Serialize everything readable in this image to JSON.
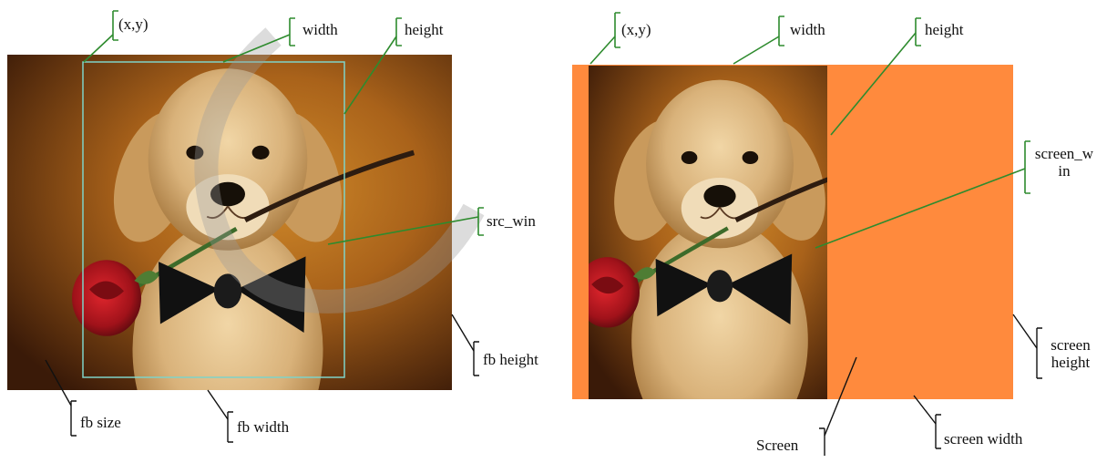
{
  "left_panel": {
    "labels": {
      "xy": "(x,y)",
      "width": "width",
      "height": "height",
      "src_win": "src_win",
      "fb_height": "fb height",
      "fb_size": "fb size",
      "fb_width": "fb width"
    }
  },
  "right_panel": {
    "labels": {
      "xy": "(x,y)",
      "width": "width",
      "height": "height",
      "screen_win_line1": "screen_w",
      "screen_win_line2": "in",
      "screen_height_line1": "screen",
      "screen_height_line2": "height",
      "screen": "Screen",
      "screen_width": "screen width"
    }
  },
  "colors": {
    "leader_line": "#2e8b2e",
    "src_win_rect": "#7fd3c8",
    "screen_fill": "#ff8a3d",
    "image_bg_dark": "#3a1a08",
    "image_bg_warm": "#b8721e",
    "dog_fur": "#d9b27a",
    "rose": "#b3141b",
    "bowtie": "#111111"
  },
  "icons": [
    "puppy-photo",
    "rose-icon",
    "bowtie-icon"
  ]
}
